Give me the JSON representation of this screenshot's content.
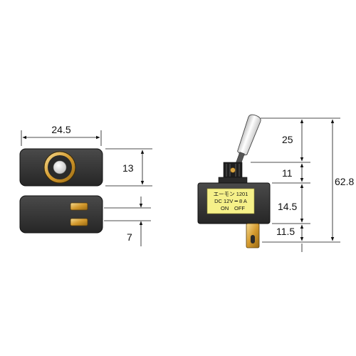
{
  "dimensions": {
    "width_top": "24.5",
    "height_front": "13",
    "tab_spacing": "7",
    "lever": "25",
    "bushing": "11",
    "body": "14.5",
    "terminal": "11.5",
    "total": "62.8"
  },
  "label": {
    "line1": "エーモン 1201",
    "line2": "DC 12V ━ 8 A",
    "line3_on": "ON",
    "line3_off": "OFF"
  },
  "colors": {
    "body": "#3a3a3a",
    "label_yellow": "#f5f089",
    "brass": "#d9a441",
    "handle_white": "#f4f4f4"
  }
}
